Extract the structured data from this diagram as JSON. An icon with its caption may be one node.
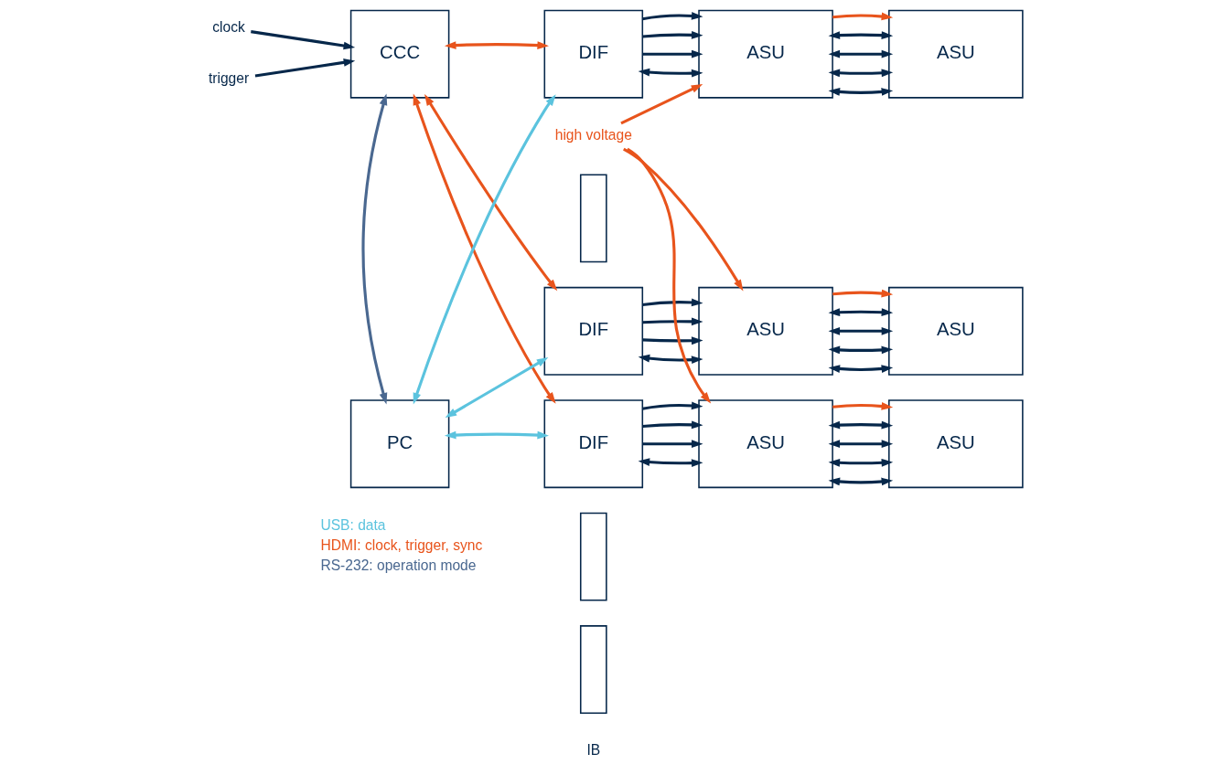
{
  "diagram": {
    "nodes": [
      {
        "text": [
          "clock"
        ]
      },
      {
        "text": [
          "trigger"
        ]
      },
      {
        "text": [
          "CCC"
        ]
      },
      {
        "text": [
          "PC"
        ]
      },
      {
        "text": [
          "DIF"
        ]
      },
      {
        "text": [
          "DIF"
        ]
      },
      {
        "text": [
          "DIF"
        ]
      },
      {
        "text": [],
        "shape": "box"
      },
      {
        "text": [],
        "shape": "box"
      },
      {
        "text": [],
        "shape": "box"
      },
      {
        "text": [
          "high voltage"
        ]
      },
      {
        "text": [
          "ASU"
        ]
      },
      {
        "text": [
          "ASU"
        ]
      },
      {
        "text": [
          "ASU"
        ]
      },
      {
        "text": [
          "ASU"
        ]
      },
      {
        "text": [
          "ASU"
        ]
      },
      {
        "text": [
          "ASU"
        ]
      }
    ],
    "edges": [
      {
        "from": 0,
        "to": 2,
        "arrow": "to"
      },
      {
        "from": 1,
        "to": 2,
        "arrow": "to"
      },
      {
        "from": 2,
        "to": 3,
        "arrow": "both",
        "color": "#4a6890"
      },
      {
        "from": 2,
        "to": 4,
        "arrow": "both",
        "color": "#e8541c"
      },
      {
        "from": 2,
        "to": 5,
        "arrow": "both",
        "color": "#e8541c"
      },
      {
        "from": 2,
        "to": 6,
        "arrow": "both",
        "color": "#e8541c"
      },
      {
        "from": 3,
        "to": 4,
        "arrow": "both",
        "color": "#5bc3de"
      },
      {
        "from": 3,
        "to": 5,
        "arrow": "both",
        "color": "#5bc3de"
      },
      {
        "from": 3,
        "to": 6,
        "arrow": "both",
        "color": "#5bc3de"
      },
      {
        "from": 4,
        "to": 11,
        "arrow": "both"
      },
      {
        "from": 4,
        "to": 11,
        "arrow": "to"
      },
      {
        "from": 4,
        "to": 11,
        "arrow": "to"
      },
      {
        "from": 4,
        "to": 11,
        "arrow": "to"
      },
      {
        "from": 5,
        "to": 13,
        "arrow": "both"
      },
      {
        "from": 5,
        "to": 13,
        "arrow": "to"
      },
      {
        "from": 5,
        "to": 13,
        "arrow": "to"
      },
      {
        "from": 5,
        "to": 13,
        "arrow": "to"
      },
      {
        "from": 6,
        "to": 15,
        "arrow": "both"
      },
      {
        "from": 6,
        "to": 15,
        "arrow": "to"
      },
      {
        "from": 6,
        "to": 15,
        "arrow": "to"
      },
      {
        "from": 6,
        "to": 15,
        "arrow": "to"
      },
      {
        "from": 10,
        "to": 11,
        "arrow": "to",
        "color": "#e8541c"
      },
      {
        "from": 10,
        "to": 13,
        "arrow": "to",
        "color": "#e8541c"
      },
      {
        "from": 10,
        "to": 15,
        "arrow": "to",
        "color": "#e8541c"
      },
      {
        "from": 11,
        "to": 12,
        "arrow": "both"
      },
      {
        "from": 11,
        "to": 12,
        "arrow": "both"
      },
      {
        "from": 11,
        "to": 12,
        "arrow": "both"
      },
      {
        "from": 11,
        "to": 12,
        "arrow": "both"
      },
      {
        "from": 11,
        "to": 12,
        "arrow": "to",
        "color": "#e8541c"
      },
      {
        "from": 13,
        "to": 14,
        "arrow": "both"
      },
      {
        "from": 13,
        "to": 14,
        "arrow": "both"
      },
      {
        "from": 13,
        "to": 14,
        "arrow": "both"
      },
      {
        "from": 13,
        "to": 14,
        "arrow": "both"
      },
      {
        "from": 13,
        "to": 14,
        "arrow": "to",
        "color": "#e8541c"
      },
      {
        "from": 15,
        "to": 16,
        "arrow": "both"
      },
      {
        "from": 15,
        "to": 16,
        "arrow": "both"
      },
      {
        "from": 15,
        "to": 16,
        "arrow": "both"
      },
      {
        "from": 15,
        "to": 16,
        "arrow": "both"
      },
      {
        "from": 15,
        "to": 16,
        "arrow": "to",
        "color": "#e8541c"
      }
    ],
    "labels": [
      "IB"
    ],
    "legend": [
      {
        "text": "USB: data"
      },
      {
        "text": "HDMI: clock, trigger, sync"
      },
      {
        "text": "RS-232: operation mode"
      }
    ]
  }
}
